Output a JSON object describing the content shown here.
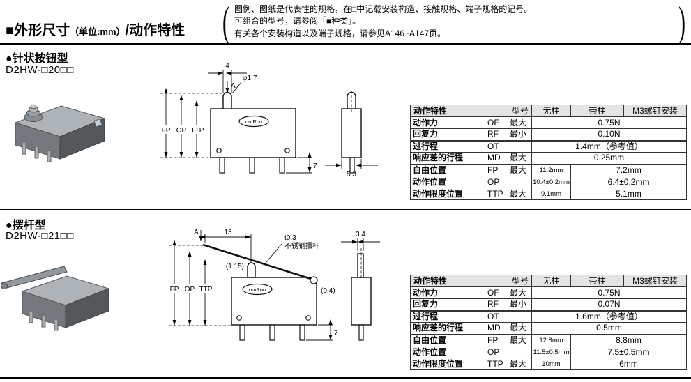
{
  "page": {
    "title_main": "■外形尺寸",
    "title_unit": "（单位:mm）",
    "title_rest": "/动作特性",
    "paren_open": "(",
    "paren_close": ")",
    "note_line1": "图例、图纸是代表性的规格，在□中记载安装构造、接触规格、端子规格的记号。",
    "note_line2": "可组合的型号，请参阅「■种类」。",
    "note_line3": "有关各个安装构造以及端子规格，请参见A146~A147页。"
  },
  "section1": {
    "heading": "●针状按钮型",
    "model": "D2HW-□20□□",
    "drawing": {
      "logo": "omRon",
      "dim_top": "4",
      "dia": "φ1.7",
      "arrow_a": "A",
      "fp": "FP",
      "op": "OP",
      "ttp": "TTP",
      "dim_pin": "7",
      "dim_side": "5.3"
    },
    "table": {
      "h_char": "动作特性",
      "h_model": "型号",
      "h_none": "无柱",
      "h_post": "带柱",
      "h_m3": "M3螺钉安装",
      "rows": [
        {
          "label": "动作力",
          "code": "OF",
          "qual": "最大",
          "value": "0.75N"
        },
        {
          "label": "回复力",
          "code": "RF",
          "qual": "最小",
          "value": "0.10N"
        },
        {
          "label": "过行程",
          "code": "OT",
          "qual": "",
          "value": "1.4mm（参考值）"
        },
        {
          "label": "响应差的行程",
          "code": "MD",
          "qual": "最大",
          "value": "0.25mm"
        },
        {
          "label": "自由位置",
          "code": "FP",
          "qual": "最大",
          "v1": "11.2mm",
          "v2": "7.2mm"
        },
        {
          "label": "动作位置",
          "code": "OP",
          "qual": "",
          "v1": "10.4±0.2mm",
          "v2": "6.4±0.2mm"
        },
        {
          "label": "动作限度位置",
          "code": "TTP",
          "qual": "最大",
          "v1": "9.1mm",
          "v2": "5.1mm"
        }
      ]
    }
  },
  "section2": {
    "heading": "●摆杆型",
    "model": "D2HW-□21□□",
    "drawing": {
      "logo": "omRon",
      "arrow_a": "A",
      "dim_lever": "13",
      "lever_note1": "t0.3",
      "lever_note2": "不锈钢摆杆",
      "dim_115": "(1.15)",
      "fp": "FP",
      "op": "OP",
      "ttp": "TTP",
      "dim_04": "(0.4)",
      "dim_pin": "7",
      "dim_side": "3.4"
    },
    "table": {
      "h_char": "动作特性",
      "h_model": "型号",
      "h_none": "无柱",
      "h_post": "带柱",
      "h_m3": "M3螺钉安装",
      "rows": [
        {
          "label": "动作力",
          "code": "OF",
          "qual": "最大",
          "value": "0.75N"
        },
        {
          "label": "回复力",
          "code": "RF",
          "qual": "最小",
          "value": "0.07N"
        },
        {
          "label": "过行程",
          "code": "OT",
          "qual": "",
          "value": "1.6mm（参考值）"
        },
        {
          "label": "响应差的行程",
          "code": "MD",
          "qual": "最大",
          "value": "0.5mm"
        },
        {
          "label": "自由位置",
          "code": "FP",
          "qual": "最大",
          "v1": "12.8mm",
          "v2": "8.8mm"
        },
        {
          "label": "动作位置",
          "code": "OP",
          "qual": "",
          "v1": "11.5±0.5mm",
          "v2": "7.5±0.5mm"
        },
        {
          "label": "动作限度位置",
          "code": "TTP",
          "qual": "最大",
          "v1": "10mm",
          "v2": "6mm"
        }
      ]
    }
  }
}
